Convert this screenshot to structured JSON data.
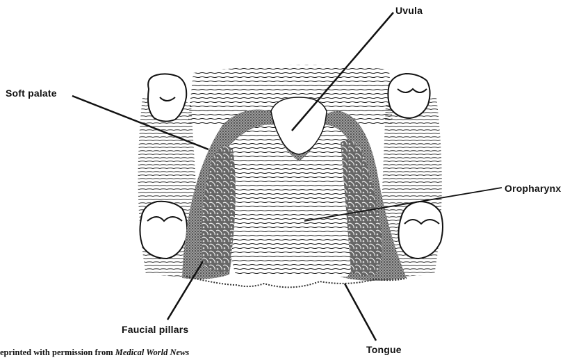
{
  "labels": {
    "uvula": "Uvula",
    "soft_palate": "Soft palate",
    "oropharynx": "Oropharynx",
    "faucial_pillars": "Faucial pillars",
    "tongue": "Tongue"
  },
  "credit": {
    "prefix": "eprinted with permission from ",
    "source": "Medical World News"
  }
}
